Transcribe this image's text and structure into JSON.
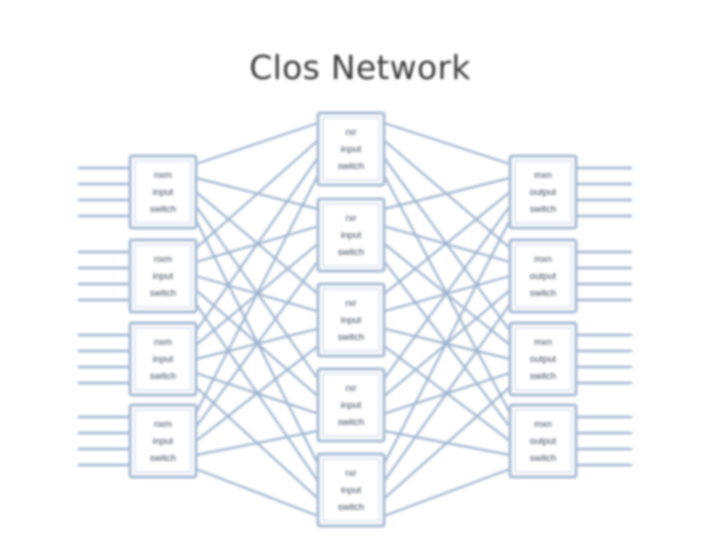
{
  "title": "Clos Network",
  "colors": {
    "link": "#9fb4cf",
    "box_stroke": "#a9bcd4",
    "box_fill": "#ffffff",
    "inner_stroke": "#c5d3e4",
    "text": "#3d4a5c"
  },
  "stages": {
    "input": {
      "count": 4,
      "ports_per_switch": 4,
      "label": [
        "nxm",
        "input",
        "switch"
      ]
    },
    "middle": {
      "count": 5,
      "label": [
        "rxr",
        "input",
        "switch"
      ]
    },
    "output": {
      "count": 4,
      "ports_per_switch": 4,
      "label": [
        "mxn",
        "output",
        "switch"
      ]
    }
  }
}
